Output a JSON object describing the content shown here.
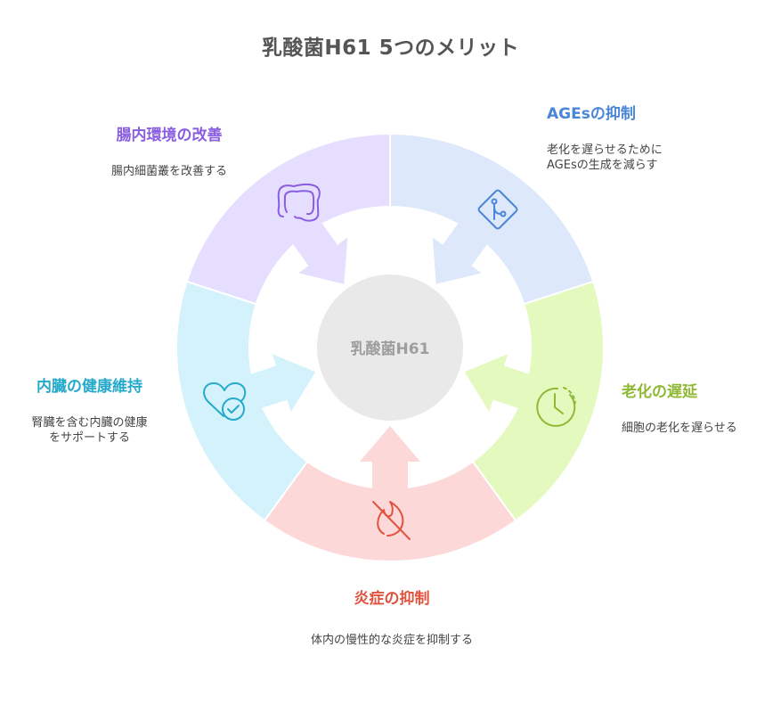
{
  "title": "乳酸菌H61 5つのメリット",
  "center": {
    "label": "乳酸菌H61"
  },
  "segments": [
    {
      "title": "AGEsの抑制",
      "desc": "老化を遅らせるために\nAGEsの生成を減らす",
      "fill": "#dde8fb",
      "text_color": "#4a86d8",
      "icon": "git-merge-icon"
    },
    {
      "title": "老化の遅延",
      "desc": "細胞の老化を遅らせる",
      "fill": "#e4f9be",
      "text_color": "#8fb935",
      "icon": "clock-icon"
    },
    {
      "title": "炎症の抑制",
      "desc": "体内の慢性的な炎症を抑制する",
      "fill": "#fdd8d8",
      "text_color": "#e0533f",
      "icon": "flame-off-icon"
    },
    {
      "title": "内臓の健康維持",
      "desc": "腎臓を含む内臓の健康\nをサポートする",
      "fill": "#d4f2fb",
      "text_color": "#26aacb",
      "icon": "heart-check-icon"
    },
    {
      "title": "腸内環境の改善",
      "desc": "腸内細菌叢を改善する",
      "fill": "#e6defe",
      "text_color": "#8a5ee0",
      "icon": "intestine-icon"
    }
  ]
}
